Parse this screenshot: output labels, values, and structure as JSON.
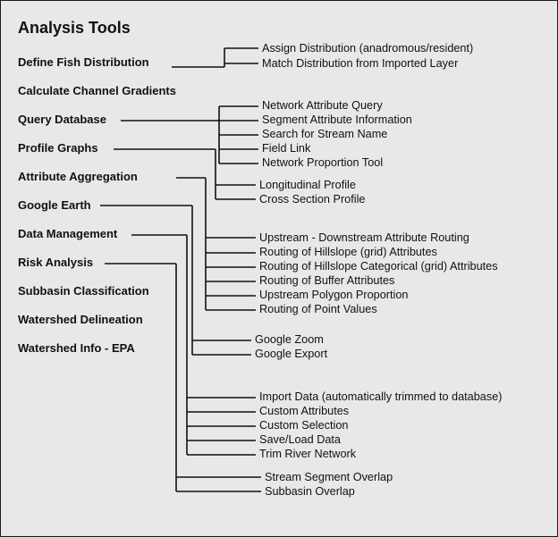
{
  "title": "Analysis Tools",
  "colors": {
    "background": "#e8e8e8",
    "line": "#111111",
    "text": "#111111"
  },
  "categories": [
    {
      "label": "Define Fish Distribution"
    },
    {
      "label": "Calculate Channel Gradients"
    },
    {
      "label": "Query Database"
    },
    {
      "label": "Profile Graphs"
    },
    {
      "label": "Attribute Aggregation"
    },
    {
      "label": "Google Earth"
    },
    {
      "label": "Data Management"
    },
    {
      "label": "Risk Analysis"
    },
    {
      "label": "Subbasin Classification"
    },
    {
      "label": "Watershed Delineation"
    },
    {
      "label": "Watershed Info - EPA"
    }
  ],
  "groups": [
    {
      "category": 0,
      "items": [
        "Assign Distribution (anadromous/resident)",
        "Match Distribution from Imported Layer"
      ]
    },
    {
      "category": 2,
      "items": [
        "Network Attribute Query",
        "Segment Attribute Information",
        "Search for Stream Name",
        "Field Link",
        "Network Proportion Tool"
      ]
    },
    {
      "category": 3,
      "items": [
        "Longitudinal Profile",
        "Cross Section Profile"
      ]
    },
    {
      "category": 4,
      "items": [
        "Upstream - Downstream Attribute Routing",
        "Routing of Hillslope (grid) Attributes",
        "Routing of Hillslope Categorical (grid) Attributes",
        "Routing of Buffer Attributes",
        "Upstream Polygon Proportion",
        "Routing of Point Values"
      ]
    },
    {
      "category": 5,
      "items": [
        "Google Zoom",
        "Google Export"
      ]
    },
    {
      "category": 6,
      "items": [
        "Import Data (automatically trimmed to database)",
        "Custom Attributes",
        "Custom Selection",
        "Save/Load Data",
        "Trim River Network"
      ]
    },
    {
      "category": 7,
      "items": [
        "Stream Segment Overlap",
        "Subbasin Overlap"
      ]
    }
  ]
}
